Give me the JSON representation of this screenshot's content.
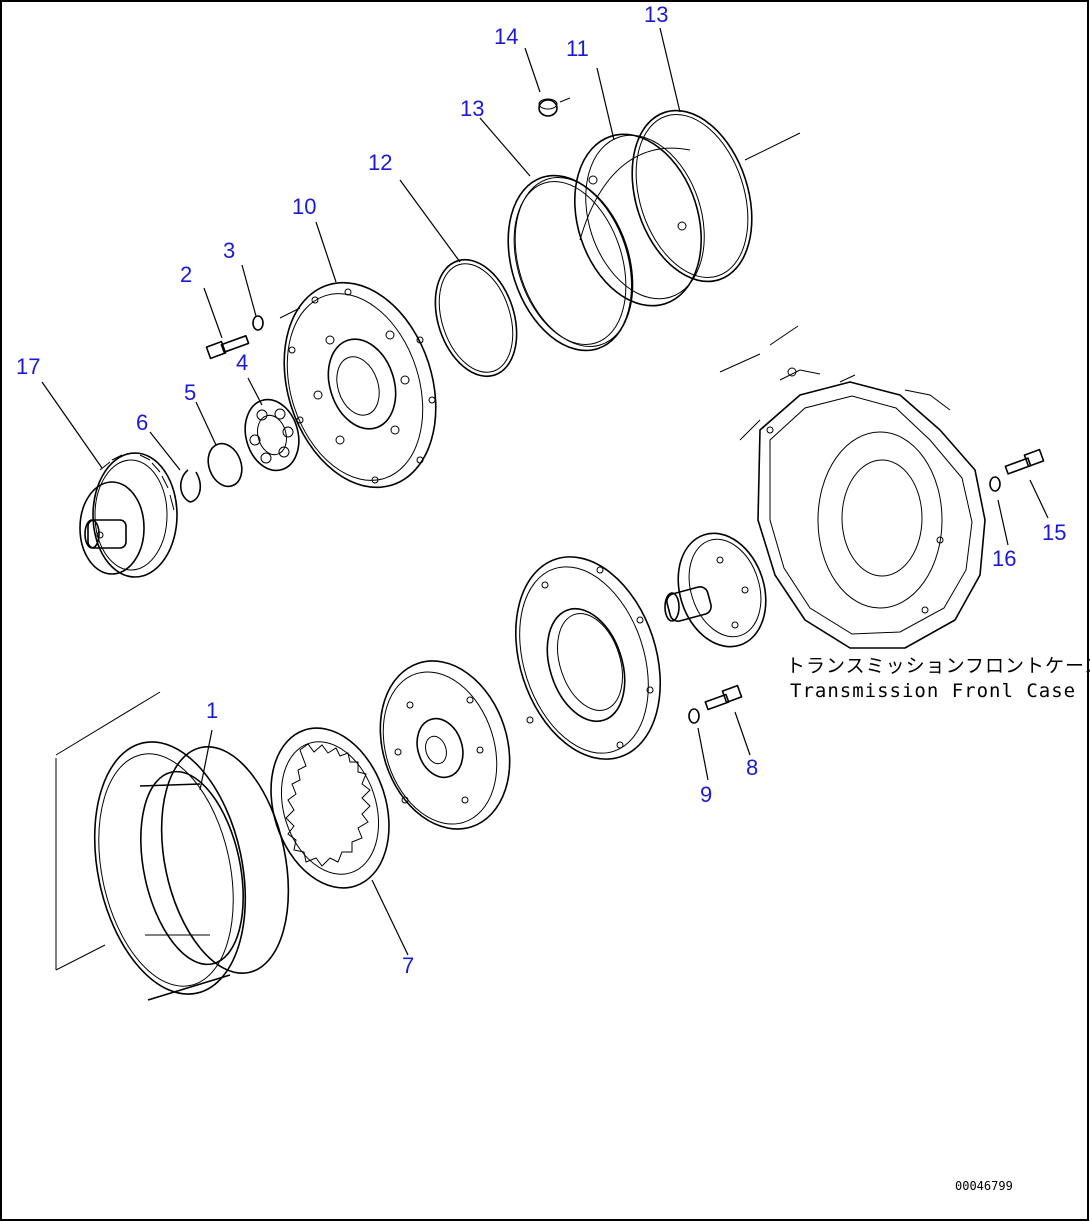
{
  "callouts": {
    "p1": "1",
    "p2": "2",
    "p3": "3",
    "p4": "4",
    "p5": "5",
    "p6": "6",
    "p7": "7",
    "p8": "8",
    "p9": "9",
    "p10": "10",
    "p11": "11",
    "p12": "12",
    "p13a": "13",
    "p13b": "13",
    "p14": "14",
    "p15": "15",
    "p16": "16",
    "p17": "17"
  },
  "case_label": {
    "japanese": "トランスミッションフロントケース",
    "english": "Transmission Fronl Case"
  },
  "document_id": "00046799",
  "colors": {
    "callout": "#1a1ad6",
    "line": "#000000",
    "background": "#ffffff"
  }
}
